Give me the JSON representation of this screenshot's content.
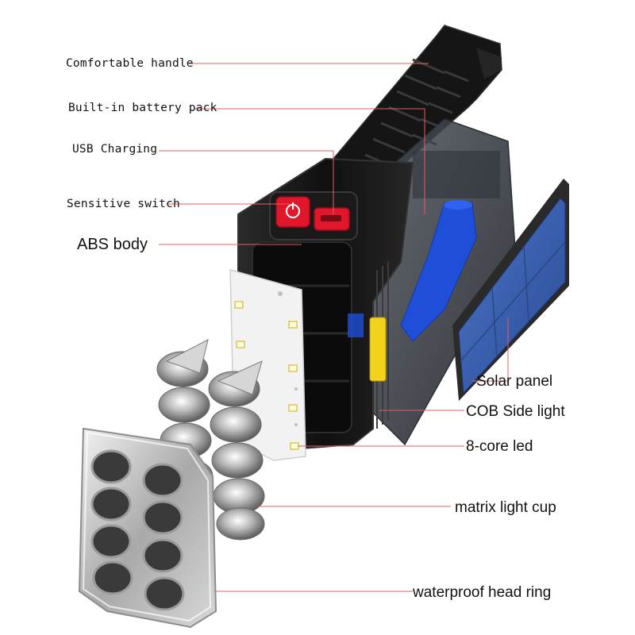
{
  "labels": {
    "comfortable_handle": "Comfortable handle",
    "battery_pack": "Built-in battery pack",
    "usb_charging": "USB Charging",
    "sensitive_switch": "Sensitive switch",
    "abs_body": "ABS body",
    "solar_panel": "Solar panel",
    "cob_side_light": "COB Side light",
    "led_8_core": "8-core led",
    "matrix_light_cup": "matrix light cup",
    "waterproof_head_ring": "waterproof head ring"
  },
  "colors": {
    "leader_line": "#e06060",
    "body_black": "#151515",
    "switch_red": "#e0162a",
    "solar_blue": "#3a5fae",
    "battery_blue": "#1f4fd8",
    "cob_yellow": "#f2d21a",
    "chrome": "#c9c9c9"
  }
}
